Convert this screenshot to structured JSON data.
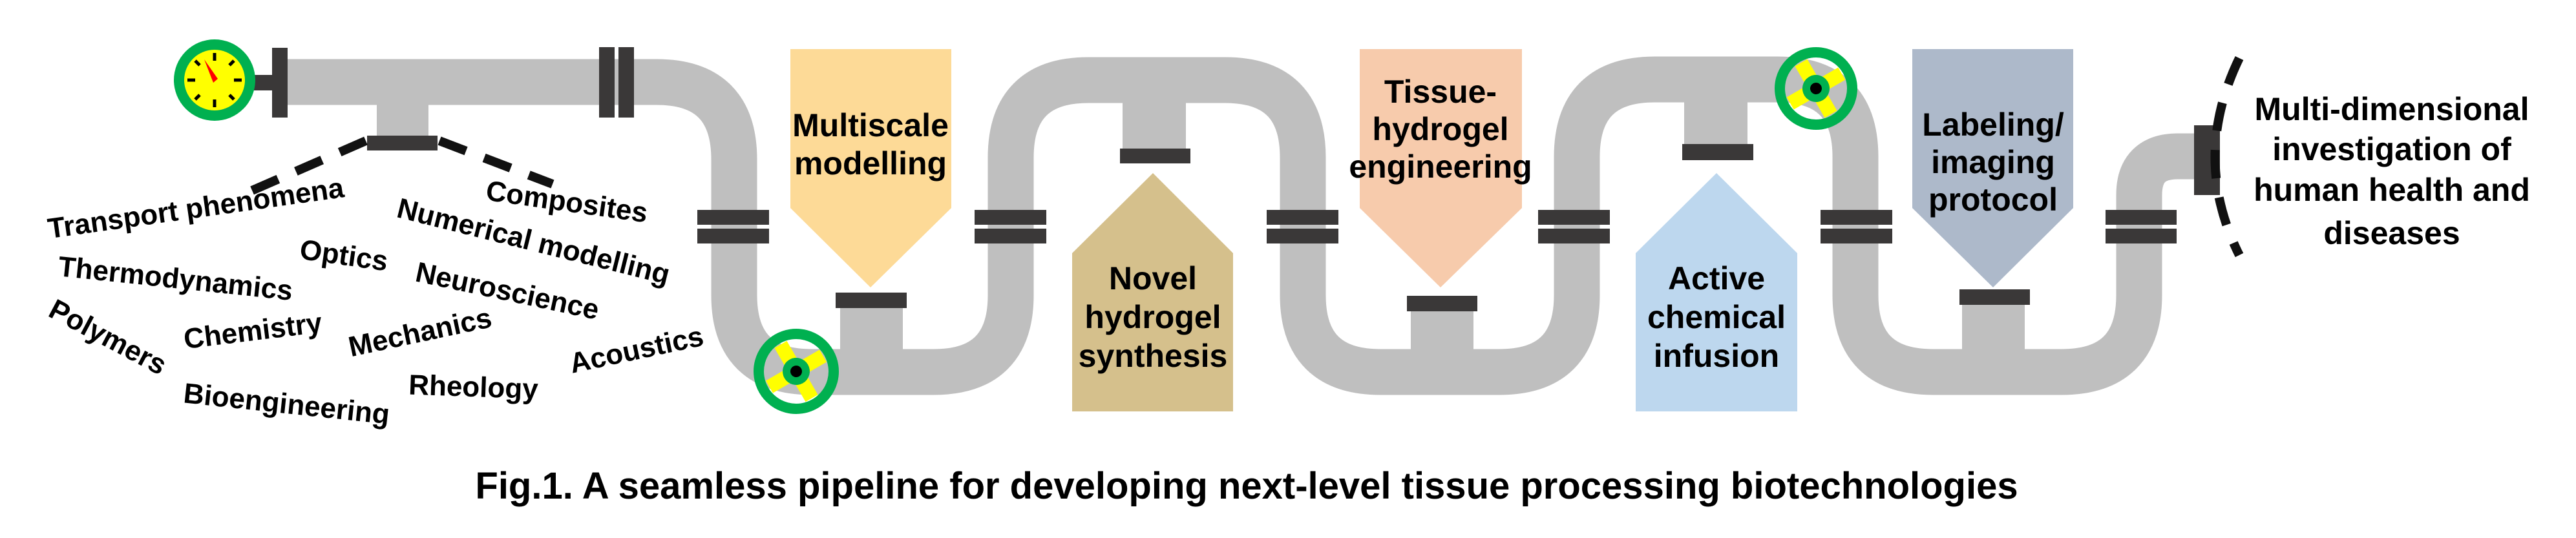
{
  "figure": {
    "caption": "Fig.1. A seamless pipeline for developing next-level tissue processing biotechnologies"
  },
  "colors": {
    "pipe": "#BFBFBF",
    "flange": "#3A3838",
    "valve_ring": "#00B050",
    "valve_spokes": "#FFFF00",
    "gauge_face": "#FFFF00",
    "gauge_needle": "#FF0000"
  },
  "disciplines": [
    "Transport phenomena",
    "Composites",
    "Numerical modelling",
    "Optics",
    "Thermodynamics",
    "Neuroscience",
    "Polymers",
    "Chemistry",
    "Mechanics",
    "Acoustics",
    "Rheology",
    "Bioengineering"
  ],
  "stages": [
    {
      "lines": [
        "Multiscale",
        "modelling"
      ],
      "color": "#FDDA97",
      "direction": "down"
    },
    {
      "lines": [
        "Novel",
        "hydrogel",
        "synthesis"
      ],
      "color": "#D5C08C",
      "direction": "up"
    },
    {
      "lines": [
        "Tissue-",
        "hydrogel",
        "engineering"
      ],
      "color": "#F7CBAC",
      "direction": "down"
    },
    {
      "lines": [
        "Active",
        "chemical",
        "infusion"
      ],
      "color": "#BDD7EE",
      "direction": "up"
    },
    {
      "lines": [
        "Labeling/",
        "imaging",
        "protocol"
      ],
      "color": "#ADB9CA",
      "direction": "down"
    }
  ],
  "outcome": {
    "lines": [
      "Multi-dimensional",
      "investigation of",
      "human health and",
      "diseases"
    ]
  }
}
